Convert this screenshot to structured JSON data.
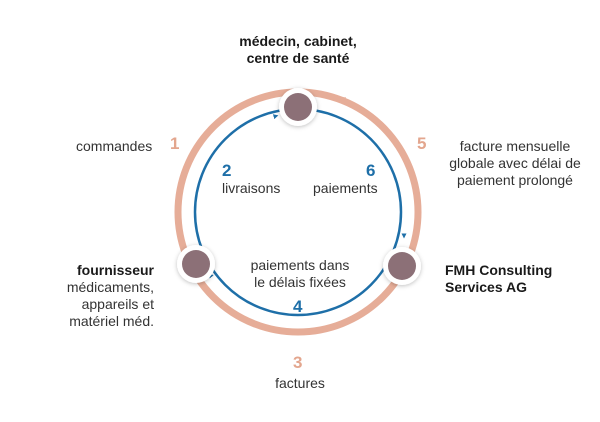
{
  "nodes": {
    "top": {
      "line1": "médecin, cabinet,",
      "line2": "centre de santé"
    },
    "left": {
      "title": "fournisseur",
      "line1": "médicaments,",
      "line2": "appareils et",
      "line3": "matériel méd."
    },
    "right": {
      "line1": "FMH Consulting",
      "line2": "Services AG"
    }
  },
  "steps": [
    {
      "number": "1",
      "label": "commandes"
    },
    {
      "number": "2",
      "label": "livraisons"
    },
    {
      "number": "3",
      "label": "factures"
    },
    {
      "number": "4",
      "label_line1": "paiements dans",
      "label_line2": "le délais fixées"
    },
    {
      "number": "5",
      "label_line1": "facture mensuelle",
      "label_line2": "globale avec délai de",
      "label_line3": "paiement prolongé"
    },
    {
      "number": "6",
      "label": "paiements"
    }
  ],
  "colors": {
    "outer_ring": "#e6ad98",
    "inner_ring": "#1e6fa8",
    "node_fill": "#8c7077",
    "node_border": "#ffffff"
  }
}
